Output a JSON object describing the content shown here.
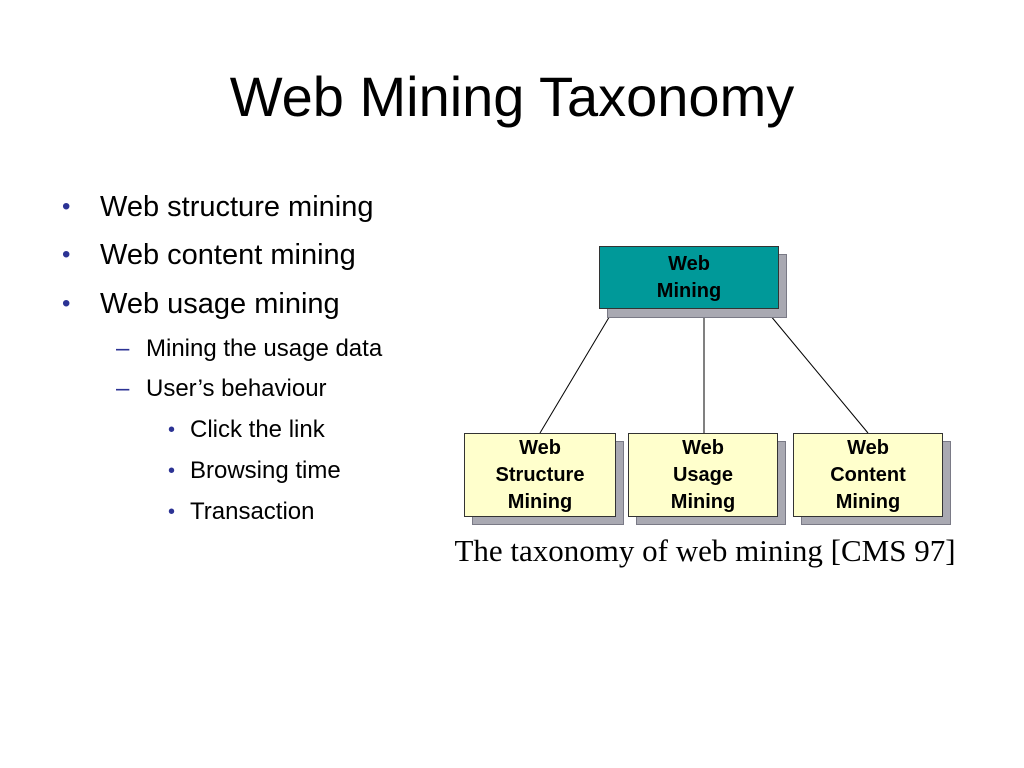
{
  "slide": {
    "title": "Web Mining Taxonomy"
  },
  "bullets": {
    "l1_marker": "•",
    "l2_marker": "–",
    "l3_marker": "•",
    "items": [
      {
        "level": 1,
        "text": "Web structure mining"
      },
      {
        "level": 1,
        "text": "Web content mining"
      },
      {
        "level": 1,
        "text": "Web usage mining"
      },
      {
        "level": 2,
        "text": "Mining the usage data"
      },
      {
        "level": 2,
        "text": "User’s behaviour"
      },
      {
        "level": 3,
        "text": "Click the link"
      },
      {
        "level": 3,
        "text": "Browsing time"
      },
      {
        "level": 3,
        "text": "Transaction"
      }
    ]
  },
  "diagram": {
    "root": {
      "label": "Web\nMining",
      "color": "#009999"
    },
    "children": [
      {
        "label": "Web\nStructure\nMining",
        "color": "#ffffcc"
      },
      {
        "label": "Web\nUsage\nMining",
        "color": "#ffffcc"
      },
      {
        "label": "Web\nContent\nMining",
        "color": "#ffffcc"
      }
    ],
    "caption": "The taxonomy of web mining [CMS 97]"
  }
}
